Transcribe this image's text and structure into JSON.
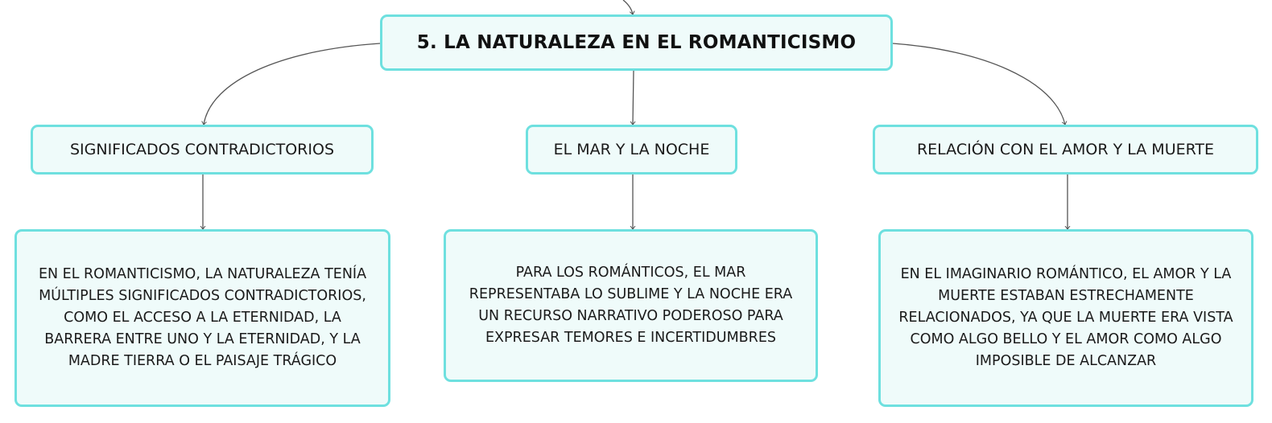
{
  "diagram": {
    "root": {
      "label": "5. LA NATURALEZA EN EL ROMANTICISMO"
    },
    "branches": [
      {
        "label": "SIGNIFICADOS CONTRADICTORIOS",
        "detail": "EN EL ROMANTICISMO, LA NATURALEZA TENÍA\nMÚLTIPLES SIGNIFICADOS CONTRADICTORIOS,\nCOMO EL ACCESO A LA ETERNIDAD, LA\nBARRERA ENTRE UNO Y LA ETERNIDAD, Y LA\nMADRE TIERRA O EL PAISAJE TRÁGICO"
      },
      {
        "label": "EL MAR Y LA NOCHE",
        "detail": "PARA LOS ROMÁNTICOS, EL MAR\nREPRESENTABA LO SUBLIME Y LA NOCHE ERA\nUN RECURSO NARRATIVO PODEROSO PARA\nEXPRESAR TEMORES E INCERTIDUMBRES"
      },
      {
        "label": "RELACIÓN CON EL AMOR Y LA MUERTE",
        "detail": "EN EL IMAGINARIO ROMÁNTICO, EL AMOR Y LA\nMUERTE ESTABAN ESTRECHAMENTE\nRELACIONADOS, YA QUE LA MUERTE ERA VISTA\nCOMO ALGO BELLO Y EL AMOR COMO ALGO\nIMPOSIBLE DE ALCANZAR"
      }
    ]
  },
  "colors": {
    "node_border": "#6ee0df",
    "node_fill": "#effbfa",
    "connector": "#555555"
  }
}
